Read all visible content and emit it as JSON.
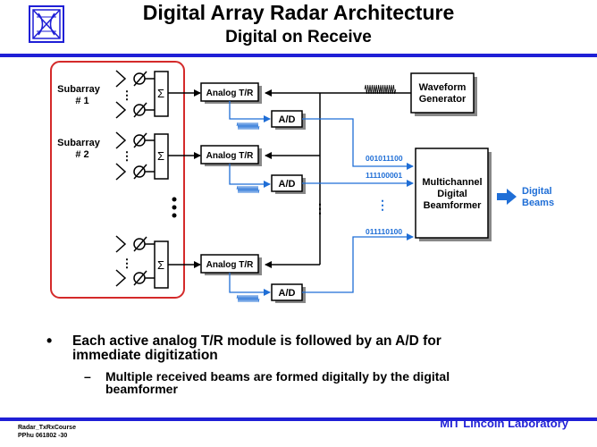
{
  "header": {
    "title": "Digital Array Radar Architecture",
    "subtitle": "Digital on Receive",
    "logo_icon": "mit-ll-logo-icon"
  },
  "diagram": {
    "subarrays": [
      {
        "label_line1": "Subarray",
        "label_line2": "# 1",
        "tr_label": "Analog T/R",
        "ad_label": "A/D"
      },
      {
        "label_line1": "Subarray",
        "label_line2": "# 2",
        "tr_label": "Analog T/R",
        "ad_label": "A/D"
      },
      {
        "label_line1": "",
        "label_line2": "",
        "tr_label": "Analog T/R",
        "ad_label": "A/D"
      }
    ],
    "sum_symbol": "Σ",
    "waveform_generator": {
      "line1": "Waveform",
      "line2": "Generator"
    },
    "beamformer": {
      "line1": "Multichannel",
      "line2": "Digital",
      "line3": "Beamformer"
    },
    "bit_codes": [
      "001011100",
      "111100001",
      "011110100"
    ],
    "output": {
      "line1": "Digital",
      "line2": "Beams"
    },
    "colors": {
      "signal": "#1f6ed6",
      "highlight": "#d42a2a",
      "line": "#000000",
      "output_arrow": "#1f6ed6"
    }
  },
  "bullets": [
    {
      "line1": "Each active analog T/R module is followed by an A/D for",
      "line2": "immediate digitization",
      "subs": [
        {
          "line1": "Multiple received beams are formed digitally by the digital",
          "line2": "beamformer"
        }
      ]
    }
  ],
  "footer": {
    "course": "Radar_TxRxCourse",
    "code": "PPhu 061802 -30",
    "lab": "MIT Lincoln Laboratory"
  }
}
